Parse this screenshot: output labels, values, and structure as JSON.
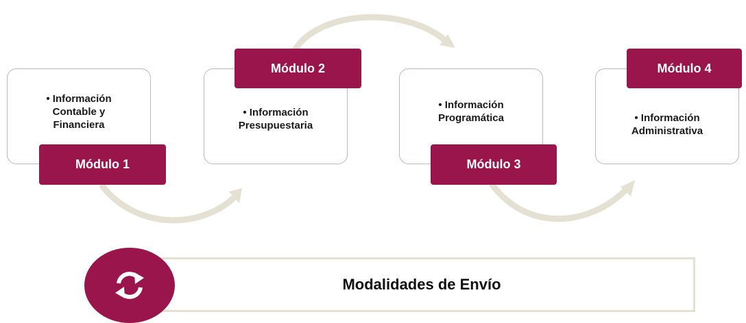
{
  "modules": [
    {
      "label": "Módulo 1",
      "items": [
        "• Información",
        "Contable y",
        "Financiera"
      ]
    },
    {
      "label": "Módulo 2",
      "items": [
        "• Información",
        "Presupuestaria"
      ]
    },
    {
      "label": "Módulo 3",
      "items": [
        "• Información",
        "Programática"
      ]
    },
    {
      "label": "Módulo 4",
      "items": [
        "• Información",
        "Administrativa"
      ]
    }
  ],
  "footer": {
    "title": "Modalidades de Envío",
    "icon": "refresh-icon"
  },
  "colors": {
    "primary": "#99154b",
    "arrow": "#e4e1d3",
    "card_border": "#c9b3bb"
  }
}
